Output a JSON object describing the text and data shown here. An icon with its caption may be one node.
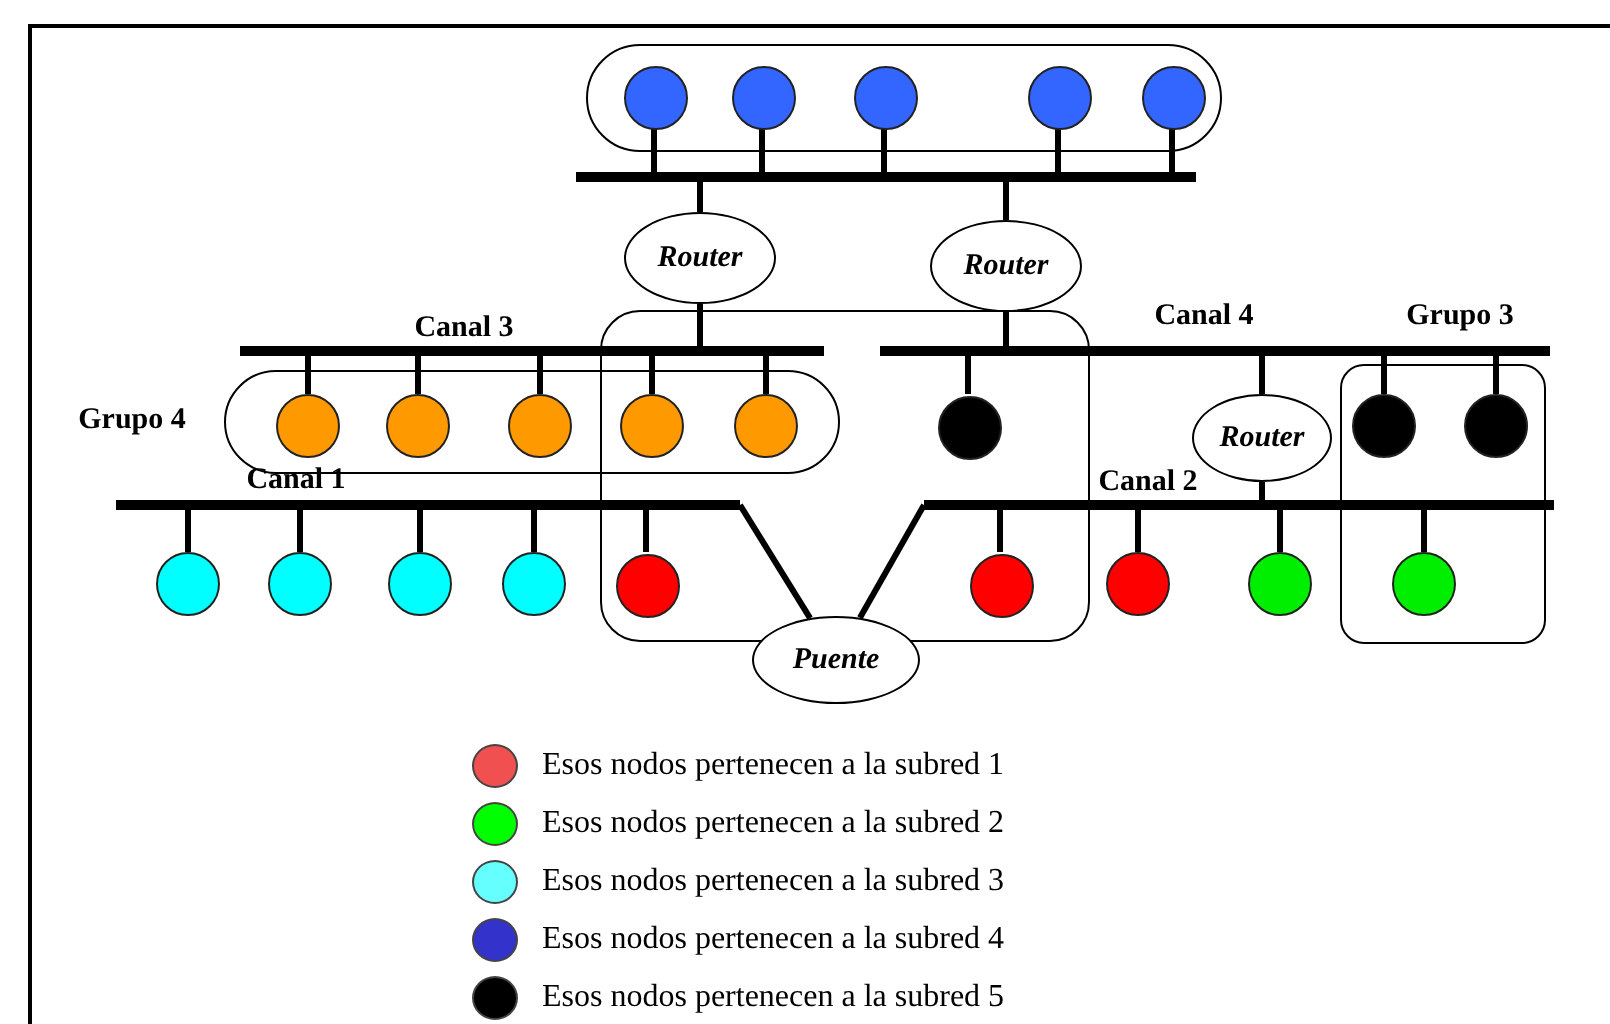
{
  "diagram": {
    "nodes": [
      {
        "text": [],
        "shape": "box"
      },
      {
        "text": [],
        "shape": "circle",
        "in": 0
      },
      {
        "text": [],
        "shape": "circle",
        "in": 0
      },
      {
        "text": [],
        "shape": "circle",
        "in": 0
      },
      {
        "text": [],
        "shape": "circle",
        "in": 0
      },
      {
        "text": [],
        "shape": "circle",
        "in": 0
      },
      {
        "text": [],
        "shape": "bar"
      },
      {
        "text": [
          "Router"
        ]
      },
      {
        "text": [
          "Router"
        ]
      },
      {
        "text": [
          "Canal 3"
        ]
      },
      {
        "text": [
          "Canal 4"
        ]
      },
      {
        "text": [
          "Grupo 4"
        ]
      },
      {
        "text": [],
        "shape": "circle",
        "in": 11
      },
      {
        "text": [],
        "shape": "circle",
        "in": 11
      },
      {
        "text": [],
        "shape": "circle",
        "in": 11
      },
      {
        "text": [],
        "shape": "box"
      },
      {
        "text": [],
        "shape": "circle"
      },
      {
        "text": [],
        "shape": "circle"
      },
      {
        "text": [],
        "shape": "circle",
        "in": 15
      },
      {
        "text": [
          "Router"
        ]
      },
      {
        "text": [
          "Grupo 3"
        ]
      },
      {
        "text": [],
        "shape": "circle",
        "in": 20
      },
      {
        "text": [],
        "shape": "circle",
        "in": 20
      },
      {
        "text": [
          "Canal 1"
        ]
      },
      {
        "text": [
          "Canal 2"
        ]
      },
      {
        "text": [],
        "shape": "circle"
      },
      {
        "text": [],
        "shape": "circle"
      },
      {
        "text": [],
        "shape": "circle"
      },
      {
        "text": [],
        "shape": "circle"
      },
      {
        "text": [],
        "shape": "circle",
        "in": 15
      },
      {
        "text": [],
        "shape": "circle",
        "in": 15
      },
      {
        "text": [],
        "shape": "circle"
      },
      {
        "text": [],
        "shape": "circle"
      },
      {
        "text": [],
        "shape": "circle",
        "in": 20
      },
      {
        "text": [
          "Puente"
        ]
      }
    ],
    "edges": [
      {
        "from": 1,
        "to": 6,
        "arrow": "none"
      },
      {
        "from": 2,
        "to": 6,
        "arrow": "none"
      },
      {
        "from": 3,
        "to": 6,
        "arrow": "none"
      },
      {
        "from": 4,
        "to": 6,
        "arrow": "none"
      },
      {
        "from": 5,
        "to": 6,
        "arrow": "none"
      },
      {
        "from": 6,
        "to": 7,
        "arrow": "none"
      },
      {
        "from": 6,
        "to": 8,
        "arrow": "none"
      },
      {
        "from": 7,
        "to": 9,
        "arrow": "none"
      },
      {
        "from": 8,
        "to": 10,
        "arrow": "none"
      },
      {
        "from": 12,
        "to": 9,
        "arrow": "none"
      },
      {
        "from": 13,
        "to": 9,
        "arrow": "none"
      },
      {
        "from": 14,
        "to": 9,
        "arrow": "none"
      },
      {
        "from": 16,
        "to": 9,
        "arrow": "none"
      },
      {
        "from": 17,
        "to": 9,
        "arrow": "none"
      },
      {
        "from": 18,
        "to": 10,
        "arrow": "none"
      },
      {
        "from": 10,
        "to": 19,
        "arrow": "none"
      },
      {
        "from": 21,
        "to": 10,
        "arrow": "none"
      },
      {
        "from": 22,
        "to": 10,
        "arrow": "none"
      },
      {
        "from": 19,
        "to": 24,
        "arrow": "none"
      },
      {
        "from": 25,
        "to": 23,
        "arrow": "none"
      },
      {
        "from": 26,
        "to": 23,
        "arrow": "none"
      },
      {
        "from": 27,
        "to": 23,
        "arrow": "none"
      },
      {
        "from": 28,
        "to": 23,
        "arrow": "none"
      },
      {
        "from": 29,
        "to": 23,
        "arrow": "none"
      },
      {
        "from": 30,
        "to": 24,
        "arrow": "none"
      },
      {
        "from": 31,
        "to": 24,
        "arrow": "none"
      },
      {
        "from": 32,
        "to": 24,
        "arrow": "none"
      },
      {
        "from": 33,
        "to": 24,
        "arrow": "none"
      },
      {
        "from": 23,
        "to": 34,
        "arrow": "none"
      },
      {
        "from": 24,
        "to": 34,
        "arrow": "none"
      }
    ],
    "legend": [
      {
        "text": "Esos nodos pertenecen a la subred 1",
        "color": "#f05050"
      },
      {
        "text": "Esos nodos pertenecen a la subred 2",
        "color": "#00ff00"
      },
      {
        "text": "Esos nodos pertenecen a la subred 3",
        "color": "#66ffff"
      },
      {
        "text": "Esos nodos pertenecen a la subred 4",
        "color": "#3333cc"
      },
      {
        "text": "Esos nodos pertenecen a la subred 5",
        "color": "#000000"
      }
    ]
  }
}
